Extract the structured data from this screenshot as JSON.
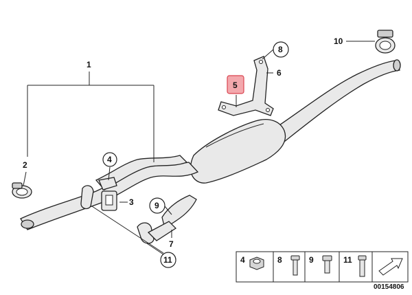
{
  "callouts": {
    "c1": "1",
    "c2": "2",
    "c3": "3",
    "c4": "4",
    "c5": "5",
    "c6": "6",
    "c7": "7",
    "c8": "8",
    "c9": "9",
    "c10": "10",
    "c11": "11"
  },
  "legend": {
    "items": [
      "4",
      "8",
      "9",
      "11"
    ]
  },
  "diagram_id": "00154806",
  "colors": {
    "highlight_fill": "#f3a8ad",
    "highlight_stroke": "#d9434f",
    "part_fill": "#e9e9e9",
    "line": "#222222"
  }
}
